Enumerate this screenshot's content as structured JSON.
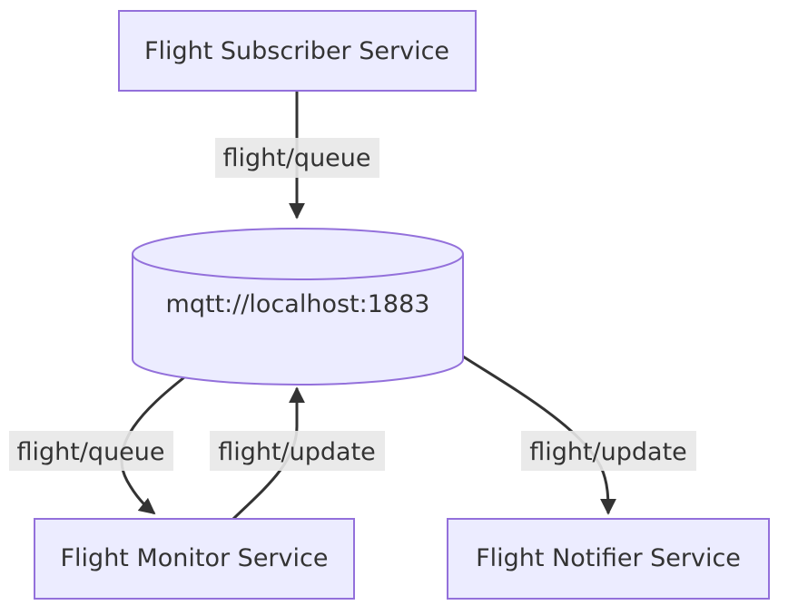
{
  "nodes": {
    "subscriber": {
      "label": "Flight Subscriber Service"
    },
    "broker": {
      "label": "mqtt://localhost:1883"
    },
    "monitor": {
      "label": "Flight Monitor Service"
    },
    "notifier": {
      "label": "Flight Notifier Service"
    }
  },
  "edges": {
    "subscriber_to_broker": {
      "label": "flight/queue"
    },
    "broker_to_monitor": {
      "label": "flight/queue"
    },
    "monitor_to_broker": {
      "label": "flight/update"
    },
    "broker_to_notifier": {
      "label": "flight/update"
    }
  },
  "colors": {
    "node_fill": "#ececff",
    "node_stroke": "#9370db",
    "edge": "#333333",
    "label_bg": "#e8e8e8",
    "text": "#333333"
  }
}
